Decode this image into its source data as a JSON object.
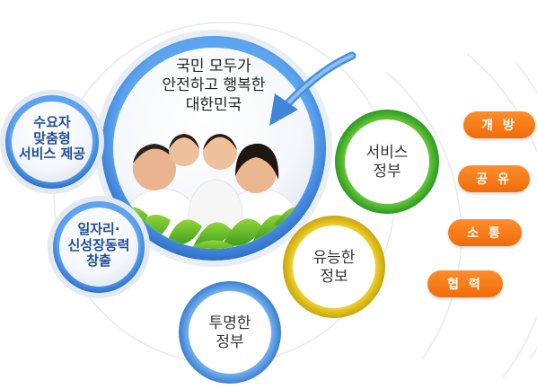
{
  "center_slogan": "국민 모두가\n안전하고 행복한\n대한민국",
  "left_nodes": [
    {
      "text": "수요자\n맞춤형\n서비스 제공"
    },
    {
      "text": "일자리·\n신성장동력\n창출"
    }
  ],
  "ring_nodes": [
    {
      "text": "서비스\n정부",
      "color": "#2ea52e"
    },
    {
      "text": "유능한\n정보",
      "color": "#e6c10a"
    },
    {
      "text": "투명한\n정부",
      "color": "#4a8fde"
    }
  ],
  "values": [
    "개 방",
    "공 유",
    "소 통",
    "협 력"
  ],
  "colors": {
    "blue": "#4a8fde",
    "orange": "#f47a1e",
    "green": "#2ea52e",
    "yellow": "#e6c10a"
  }
}
